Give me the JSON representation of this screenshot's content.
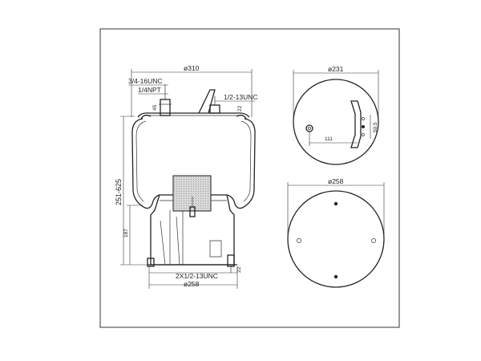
{
  "side_view": {
    "top_diameter": "ø310",
    "port_thread": "3/4-16UNC",
    "port_npt": "1/4NPT",
    "stud_thread": "1/2-13UNC",
    "stud_offset": "45",
    "stud_length": "22",
    "height_range": "251-625",
    "piston_height": "187",
    "bottom_studs": "2X1/2-13UNC",
    "bottom_stud_length": "22",
    "bottom_diameter": "ø258"
  },
  "top_view": {
    "diameter": "ø231",
    "offset": "111",
    "pitch": "50.5"
  },
  "bottom_view": {
    "diameter": "ø258"
  }
}
